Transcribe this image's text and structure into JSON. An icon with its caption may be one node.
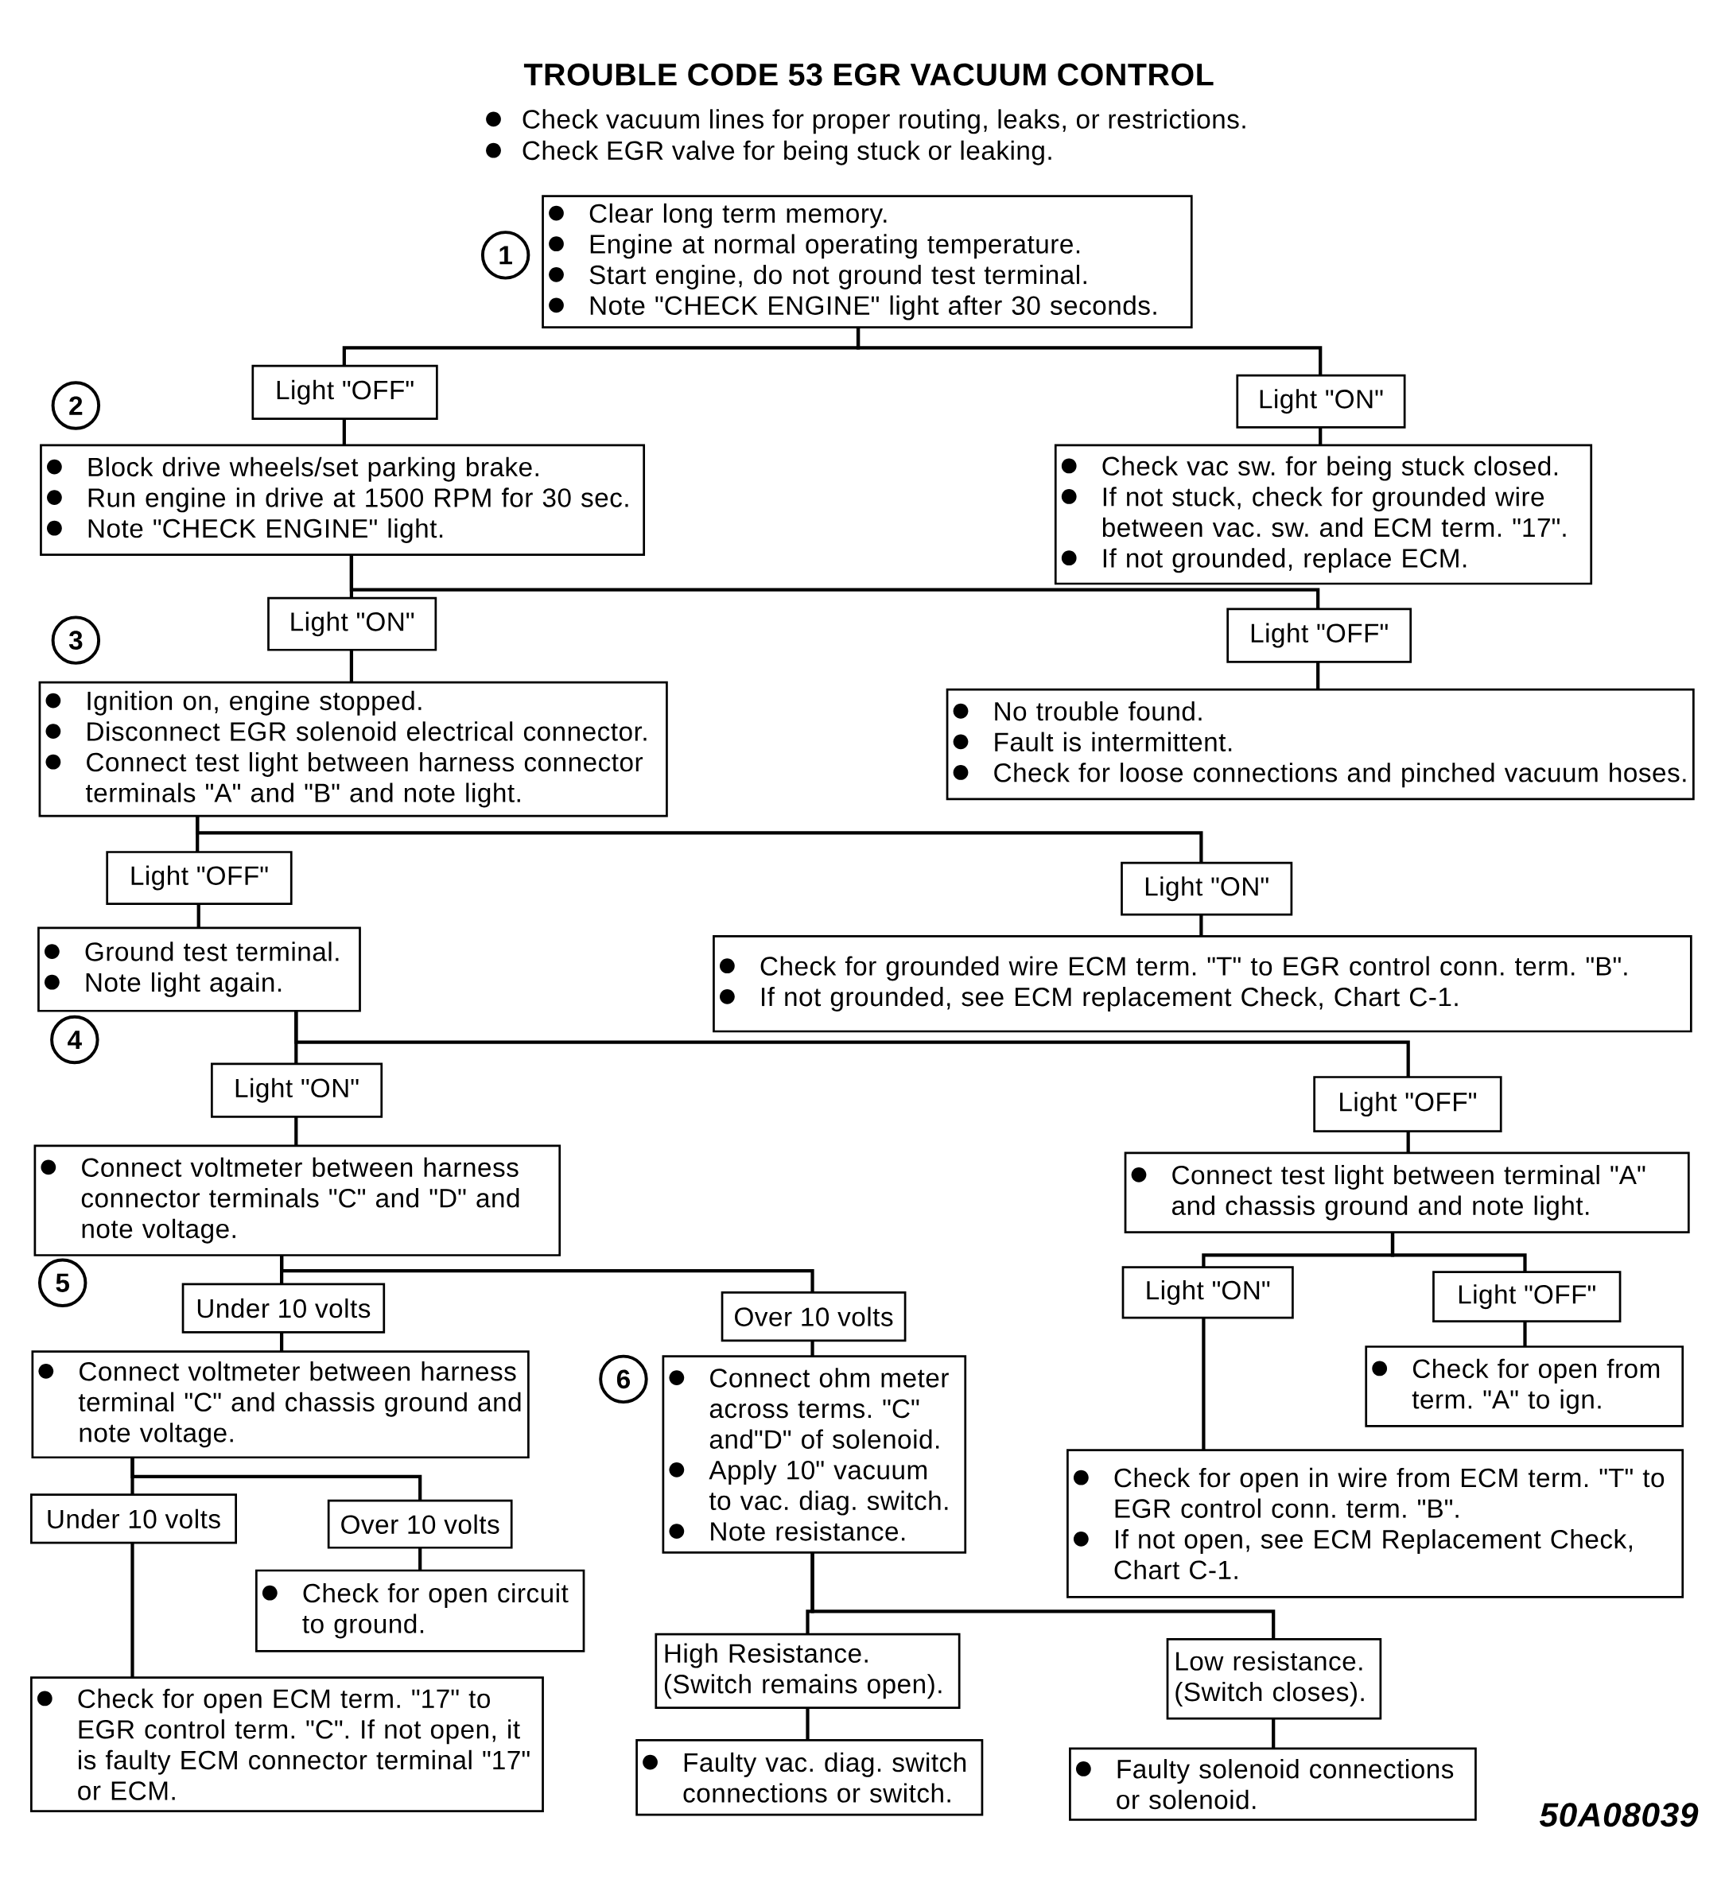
{
  "diagram": {
    "title": "TROUBLE CODE 53 EGR VACUUM CONTROL",
    "nodes": [
      {
        "text": [
          "1"
        ]
      },
      {
        "text": [
          "Clear long term memory.",
          "Engine at normal operating temperature.",
          "Start engine, do not ground test terminal.",
          "Note \"CHECK ENGINE\" light after 30 seconds."
        ]
      },
      {
        "text": [
          "Light \"OFF\""
        ]
      },
      {
        "text": [
          "Light \"ON\""
        ]
      },
      {
        "text": [
          "2"
        ]
      },
      {
        "text": [
          "Block drive wheels/set parking brake.",
          "Run engine in drive at 1500 RPM for 30 sec.",
          "Note \"CHECK ENGINE\" light."
        ]
      },
      {
        "text": [
          "Check vac sw. for being stuck closed.",
          "If not stuck, check for grounded wire between vac. sw. and ECM term. \"17\".",
          "If not grounded, replace ECM."
        ]
      },
      {
        "text": [
          "Light \"ON\""
        ]
      },
      {
        "text": [
          "Light \"OFF\""
        ]
      },
      {
        "text": [
          "3"
        ]
      },
      {
        "text": [
          "Ignition on, engine stopped.",
          "Disconnect EGR solenoid electrical connector.",
          "Connect test light between harness connector terminals \"A\" and \"B\" and note light."
        ]
      },
      {
        "text": [
          "No trouble found.",
          "Fault is intermittent.",
          "Check for loose connections and pinched vacuum hoses."
        ]
      },
      {
        "text": [
          "Light \"OFF\""
        ]
      },
      {
        "text": [
          "Light \"ON\""
        ]
      },
      {
        "text": [
          "Ground test terminal.",
          "Note light again."
        ]
      },
      {
        "text": [
          "Check for grounded wire ECM term. \"T\" to EGR control conn. term. \"B\".",
          "If not grounded, see ECM replacement Check, Chart C-1."
        ]
      },
      {
        "text": [
          "4"
        ]
      },
      {
        "text": [
          "Light \"ON\""
        ]
      },
      {
        "text": [
          "Light \"OFF\""
        ]
      },
      {
        "text": [
          "Connect voltmeter between harness connector terminals \"C\" and \"D\" and note voltage."
        ]
      },
      {
        "text": [
          "Connect test light between terminal \"A\" and chassis ground and note light."
        ]
      },
      {
        "text": [
          "5"
        ]
      },
      {
        "text": [
          "Under 10 volts"
        ]
      },
      {
        "text": [
          "Over 10 volts"
        ]
      },
      {
        "text": [
          "Light \"ON\""
        ]
      },
      {
        "text": [
          "Light \"OFF\""
        ]
      },
      {
        "text": [
          "Connect voltmeter between harness terminal \"C\" and chassis ground and note voltage."
        ]
      },
      {
        "text": [
          "6"
        ]
      },
      {
        "text": [
          "Connect ohm meter across terms. \"C\" and\"D\" of solenoid.",
          "Apply 10\" vacuum to vac. diag. switch.",
          "Note resistance."
        ]
      },
      {
        "text": [
          "Check for open from term. \"A\" to ign."
        ]
      },
      {
        "text": [
          "Check for open in wire from ECM term. \"T\" to EGR control conn. term. \"B\".",
          "If not open, see ECM Replacement Check, Chart C-1."
        ]
      },
      {
        "text": [
          "Under 10 volts"
        ]
      },
      {
        "text": [
          "Over 10 volts"
        ]
      },
      {
        "text": [
          "Check for open circuit to ground."
        ]
      },
      {
        "text": [
          "High Resistance. (Switch remains open)."
        ]
      },
      {
        "text": [
          "Low resistance. (Switch closes)."
        ]
      },
      {
        "text": [
          "Check for open ECM term. \"17\" to EGR control term. \"C\". If not open, it is faulty ECM connector terminal \"17\" or ECM."
        ]
      },
      {
        "text": [
          "Faulty vac. diag. switch connections or switch."
        ]
      },
      {
        "text": [
          "Faulty solenoid connections or solenoid."
        ]
      }
    ],
    "edges": [
      {
        "from": 1,
        "to": 2,
        "arrow": "none"
      },
      {
        "from": 1,
        "to": 3,
        "arrow": "none"
      },
      {
        "from": 2,
        "to": 5,
        "arrow": "none"
      },
      {
        "from": 3,
        "to": 6,
        "arrow": "none"
      },
      {
        "from": 5,
        "to": 7,
        "arrow": "none"
      },
      {
        "from": 5,
        "to": 8,
        "arrow": "none"
      },
      {
        "from": 7,
        "to": 10,
        "arrow": "none"
      },
      {
        "from": 8,
        "to": 11,
        "arrow": "none"
      },
      {
        "from": 10,
        "to": 12,
        "arrow": "none"
      },
      {
        "from": 10,
        "to": 13,
        "arrow": "none"
      },
      {
        "from": 12,
        "to": 14,
        "arrow": "none"
      },
      {
        "from": 13,
        "to": 15,
        "arrow": "none"
      },
      {
        "from": 14,
        "to": 17,
        "arrow": "none"
      },
      {
        "from": 14,
        "to": 18,
        "arrow": "none"
      },
      {
        "from": 17,
        "to": 19,
        "arrow": "none"
      },
      {
        "from": 18,
        "to": 20,
        "arrow": "none"
      },
      {
        "from": 19,
        "to": 22,
        "arrow": "none"
      },
      {
        "from": 19,
        "to": 23,
        "arrow": "none"
      },
      {
        "from": 20,
        "to": 24,
        "arrow": "none"
      },
      {
        "from": 20,
        "to": 25,
        "arrow": "none"
      },
      {
        "from": 22,
        "to": 26,
        "arrow": "none"
      },
      {
        "from": 23,
        "to": 28,
        "arrow": "none"
      },
      {
        "from": 24,
        "to": 30,
        "arrow": "none"
      },
      {
        "from": 25,
        "to": 29,
        "arrow": "none"
      },
      {
        "from": 26,
        "to": 31,
        "arrow": "none"
      },
      {
        "from": 26,
        "to": 32,
        "arrow": "none"
      },
      {
        "from": 31,
        "to": 36,
        "arrow": "none"
      },
      {
        "from": 32,
        "to": 33,
        "arrow": "none"
      },
      {
        "from": 28,
        "to": 34,
        "arrow": "none"
      },
      {
        "from": 28,
        "to": 35,
        "arrow": "none"
      },
      {
        "from": 34,
        "to": 37,
        "arrow": "none"
      },
      {
        "from": 35,
        "to": 38,
        "arrow": "none"
      }
    ],
    "labels": [
      "Check vacuum lines for proper routing, leaks, or restrictions.",
      "Check EGR valve for being stuck or leaking.",
      "50A08039"
    ]
  }
}
